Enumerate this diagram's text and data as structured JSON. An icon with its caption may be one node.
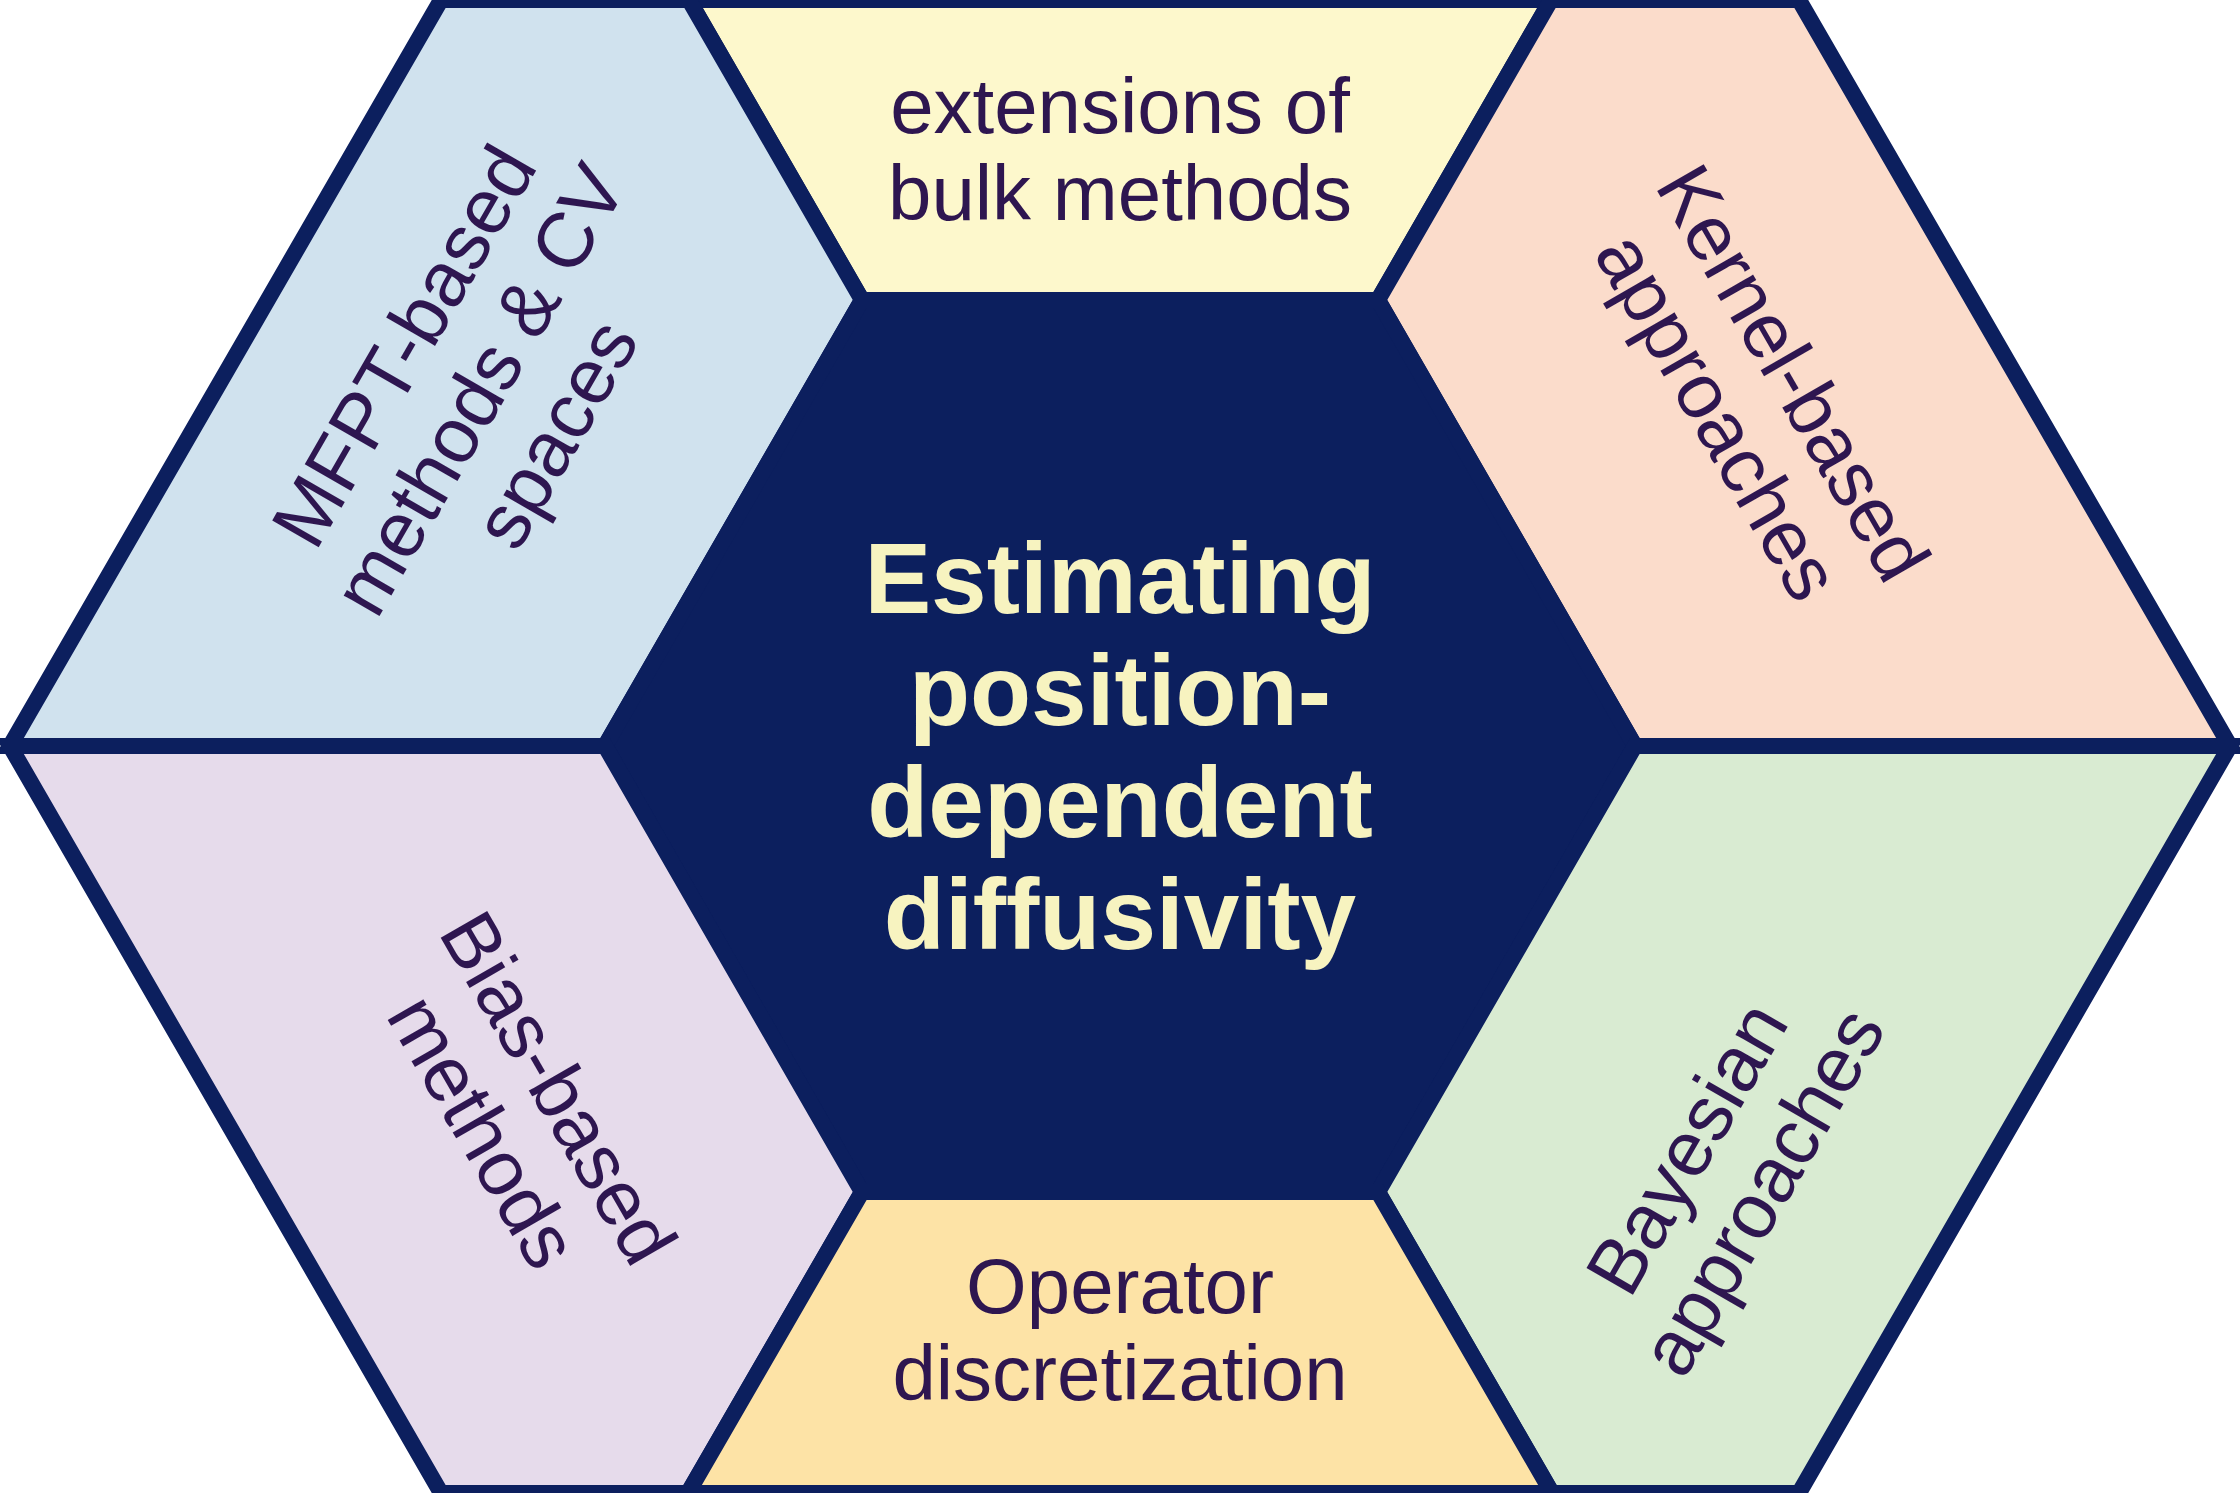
{
  "diagram": {
    "nodes": [
      {
        "text": [
          "extensions of bulk methods"
        ]
      },
      {
        "text": [
          "MFPT-based methods & CV spaces"
        ]
      },
      {
        "text": [
          "Kernel-based approaches"
        ]
      },
      {
        "text": [
          "Estimating position-dependent diffusivity"
        ]
      },
      {
        "text": [
          "Bias-based methods"
        ]
      },
      {
        "text": [
          "Bayesian approaches"
        ]
      },
      {
        "text": [
          "Operator discretization"
        ]
      }
    ]
  }
}
